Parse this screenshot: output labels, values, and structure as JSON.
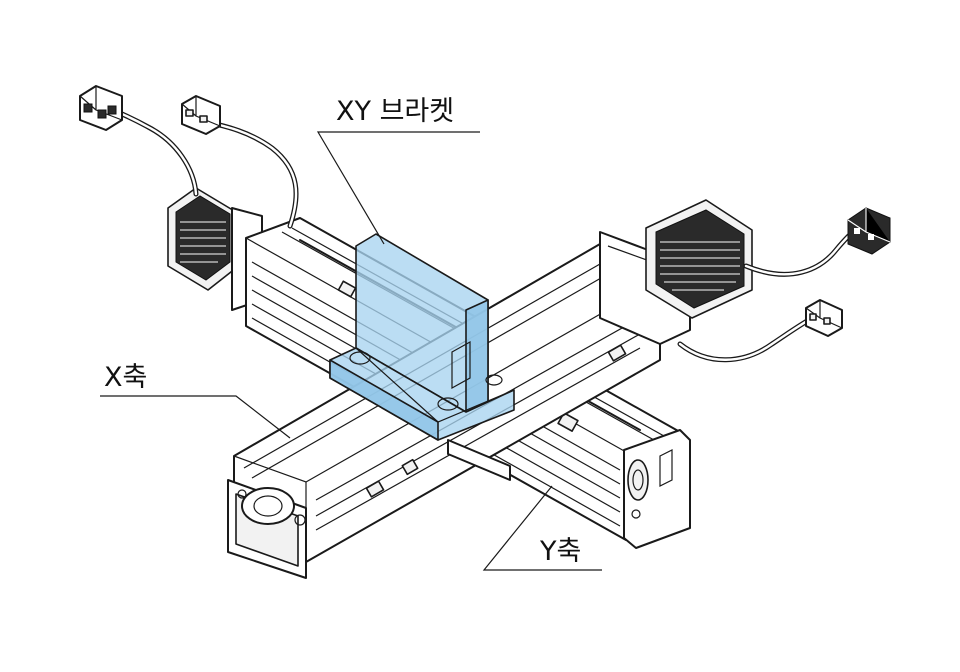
{
  "labels": {
    "xy_bracket": "XY 브라켓",
    "x_axis": "X축",
    "y_axis": "Y축"
  },
  "colors": {
    "bracket": "#a8d4ef",
    "line": "#1a1a1a",
    "motor": "#2a2a2a"
  }
}
